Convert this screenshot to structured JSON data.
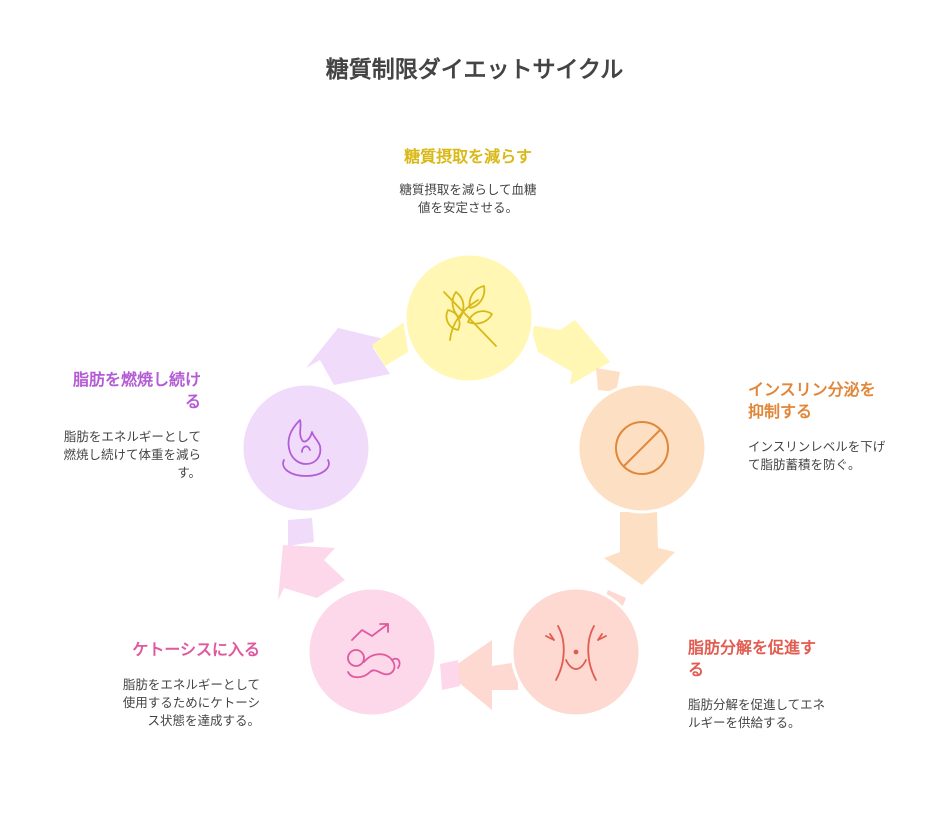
{
  "title": "糖質制限ダイエットサイクル",
  "steps": [
    {
      "name": "reduce-carbs",
      "label_lines": [
        "糖質摂取を減らす"
      ],
      "desc_lines": [
        "糖質摂取を減らして血糖",
        "値を安定させる。"
      ],
      "icon": "no-grain-icon",
      "color": "#d9b918",
      "fill": "#fff7b3"
    },
    {
      "name": "suppress-insulin",
      "label_lines": [
        "インスリン分泌を",
        "抑制する"
      ],
      "desc_lines": [
        "インスリンレベルを下げ",
        "て脂肪蓄積を防ぐ。"
      ],
      "icon": "prohibited-icon",
      "color": "#e0873a",
      "fill": "#fde0c4"
    },
    {
      "name": "promote-fat-breakdown",
      "label_lines": [
        "脂肪分解を促進す",
        "る"
      ],
      "desc_lines": [
        "脂肪分解を促進してエネ",
        "ルギーを供給する。"
      ],
      "icon": "waist-icon",
      "color": "#e25c50",
      "fill": "#fdd9d2"
    },
    {
      "name": "enter-ketosis",
      "label_lines": [
        "ケトーシスに入る"
      ],
      "desc_lines": [
        "脂肪をエネルギーとして",
        "使用するためにケトーシ",
        "ス状態を達成する。"
      ],
      "icon": "lying-person-trend-icon",
      "color": "#e0589e",
      "fill": "#fdd7ea"
    },
    {
      "name": "keep-burning-fat",
      "label_lines": [
        "脂肪を燃焼し続け",
        "る"
      ],
      "desc_lines": [
        "脂肪をエネルギーとして",
        "燃焼し続けて体重を減ら",
        "す。"
      ],
      "icon": "flame-icon",
      "color": "#b35cd6",
      "fill": "#f1dbfb"
    }
  ]
}
